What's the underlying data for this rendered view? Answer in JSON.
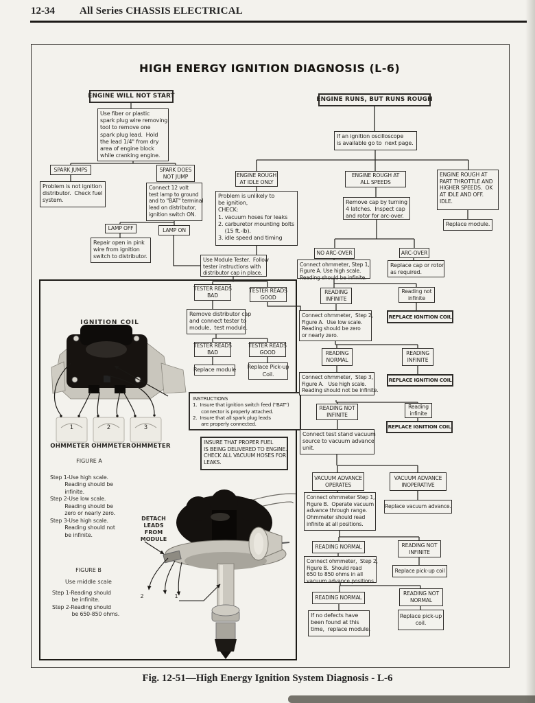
{
  "page": {
    "header_left": "12-34",
    "header_right": "All Series CHASSIS ELECTRICAL",
    "caption": "Fig. 12-51—High Energy Ignition System Diagnosis - L-6"
  },
  "diagram": {
    "title": "HIGH ENERGY IGNITION DIAGNOSIS (L-6)"
  },
  "nodes": {
    "engineWillNotStart": "ENGINE WILL NOT START",
    "useFiber": "Use fiber or plastic\nspark plug wire removing\ntool to remove one\nspark plug lead.  Hold\nthe lead 1/4\" from dry\narea of engine block\nwhile cranking engine.",
    "sparkJumps": "SPARK JUMPS",
    "sparkDoesNotJump": "SPARK DOES\nNOT JUMP",
    "problemNotIgnition": "Problem is not ignition\ndistributor.  Check fuel\nsystem.",
    "connect12Volt": "Connect 12 volt\ntest lamp to ground\nand to \"BAT\" terminal\nlead on distributor,\nignition switch ON.",
    "lampOff": "LAMP OFF",
    "lampOn": "LAMP ON",
    "repairOpen": "Repair open in pink\nwire from ignition\nswitch to distributor.",
    "engineRoughIdle": "ENGINE ROUGH\nAT IDLE ONLY",
    "problemUnlikely": "Problem is unlikely to\nbe ignition,\nCHECK:\n1. vacuum hoses for leaks\n2. carburetor mounting bolts\n    (15 ft.-lb).\n3. idle speed and timing",
    "useModuleTester": "Use Module Tester.  Follow\ntester instructions with\ndistributor cap in place.",
    "testerReadsBad": "TESTER READS\nBAD",
    "testerReadsGood": "TESTER READS\nGOOD",
    "removeDistCap": "Remove distributor cap\nand connect tester to\nmodule,  test module.",
    "replaceModule": "Replace module",
    "replacePickupCoil2": "Replace Pick-up\nCoil.",
    "instructionsTitle": "INSTRUCTIONS",
    "instructionsBody": "1.  Insure that ignition switch feed (\"BAT\")\n      connector is properly attached.\n2.  Insure that all spark plug leads\n      are properly connected.",
    "insureFuel": "INSURE THAT PROPER FUEL\nIS BEING DELIVERED TO ENGINE.\nCHECK ALL VACUUM HOSES FOR\nLEAKS.",
    "engineRunsRough": "ENGINE RUNS, BUT RUNS ROUGH",
    "oscilloscope": "If an ignition oscilloscope\nis available go to  next page.",
    "engineRoughAllSpeeds": "ENGINE ROUGH AT\nALL SPEEDS",
    "engineRoughPartThrottle": "ENGINE ROUGH AT\nPART THROTTLE AND\nHIGHER SPEEDS.  OK\nAT IDLE AND OFF.\nIDLE.",
    "removeCap": "Remove cap by turning\n4 latches.  Inspect cap\nand rotor for arc-over.",
    "replaceModulePeriod": "Replace module.",
    "noArcOver": "NO ARC-OVER",
    "arcOver": "ARC-OVER",
    "connectOhmStep1": "Connect ohmmeter, Step 1,\nFigure A. Use high scale.\nReading should be infinite.",
    "replaceCapRotor": "Replace cap or rotor\nas required.",
    "readingInfinite": "READING\nINFINITE",
    "readingNotInfiniteLc": "Reading not\ninfinite",
    "replaceIgnitionCoil": "REPLACE IGNITION COIL",
    "connectOhmStep2": "Connect ohmmeter,  Step 2,\nFigure A.  Use low scale.\nReading should be zero\nor nearly zero.",
    "readingNormal2line": "READING\nNORMAL",
    "connectOhmStep3": "Connect ohmmeter,  Step 3,\nFigure A.   Use high scale.\nReading should not be infinite.",
    "readingNotInfinite": "READING NOT\nINFINITE",
    "readingInfiniteLc": "Reading\ninfinite",
    "connectTestStand": "Connect test stand vacuum\nsource to vacuum advance\nunit.",
    "vacuumOperates": "VACUUM ADVANCE\nOPERATES",
    "vacuumInoperative": "VACUUM ADVANCE\nINOPERATIVE",
    "connectOhmB1": "Connect ohmmeter Step 1,\nFigure B.  Operate vacuum\nadvance through range.\nOhmmeter should read\ninfinite at all positions.",
    "replaceVacuumAdvance": "Replace vacuum advance.",
    "readingNormal": "READING NORMAL",
    "connectOhmB2": "Connect ohmmeter,  Step 2,\nFigure B.  Should read\n650 to 850 ohms in all\nvacuum advance positions.",
    "replacePickupCoilLc": "Replace pick-up coil",
    "readingNotNormal": "READING NOT\nNORMAL",
    "ifNoDefects": "If no defects have\nbeen found at this\ntime,  replace module.",
    "replacePickupCoilBottom": "Replace pick-up\ncoil."
  },
  "figure": {
    "coil_title": "IGNITION COIL",
    "ohm_numbers": [
      "1",
      "2",
      "3"
    ],
    "ohmmeter_label": "OHMMETER",
    "figure_a": "FIGURE A",
    "steps_a": "Step 1-Use high scale.\n         Reading should be\n         infinite.\nStep 2-Use low scale.\n         Reading should be\n         zero or nearly zero.\nStep 3-Use high scale.\n         Reading should not\n         be infinite.",
    "detach_leads": "DETACH\nLEADS\nFROM\nMODULE",
    "figure_b": "FIGURE B",
    "use_middle_scale": "Use middle scale",
    "steps_b": "Step 1-Reading should\n            be infinite.\nStep 2-Reading should\n            be 650-850 ohms.",
    "dist_num_2": "2",
    "dist_num_1": "1"
  }
}
